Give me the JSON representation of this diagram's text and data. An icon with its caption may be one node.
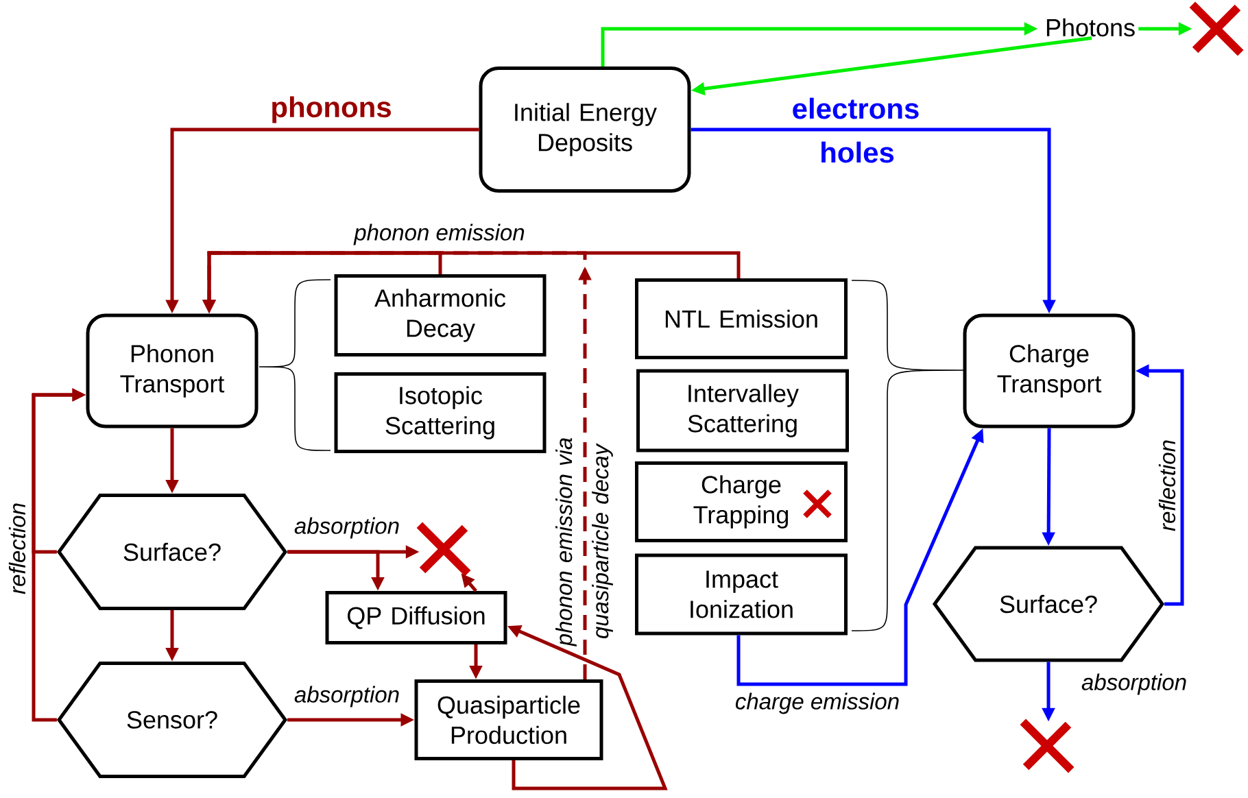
{
  "diagram": {
    "nodes": [
      {
        "text": [
          "Initial Energy Deposits"
        ]
      },
      {
        "text": [
          "Photons"
        ]
      },
      {
        "text": [],
        "shape": "cross"
      },
      {
        "text": [
          "Phonon Transport"
        ]
      },
      {
        "text": [
          "Anharmonic Decay"
        ]
      },
      {
        "text": [
          "Isotopic Scattering"
        ]
      },
      {
        "text": [
          "NTL Emission"
        ]
      },
      {
        "text": [
          "Intervalley Scattering"
        ]
      },
      {
        "text": [
          "Charge Trapping"
        ]
      },
      {
        "text": [
          "Impact Ionization"
        ]
      },
      {
        "text": [
          "Charge Transport"
        ]
      },
      {
        "text": [
          "Surface?"
        ]
      },
      {
        "text": [],
        "shape": "cross"
      },
      {
        "text": [
          "QP Diffusion"
        ]
      },
      {
        "text": [
          "Sensor?"
        ]
      },
      {
        "text": [
          "Quasiparticle Production"
        ]
      },
      {
        "text": [
          "Surface?"
        ]
      },
      {
        "text": [],
        "shape": "cross"
      }
    ],
    "edges": [
      {
        "from": 0,
        "to": 1,
        "arrow": "to",
        "color": "#00ee00"
      },
      {
        "from": 1,
        "to": 2,
        "arrow": "to",
        "color": "#00ee00"
      },
      {
        "from": 1,
        "to": 0,
        "arrow": "to",
        "color": "#00ee00"
      },
      {
        "from": 0,
        "to": 3,
        "arrow": "to",
        "label": "phonons"
      },
      {
        "from": 0,
        "to": 10,
        "arrow": "to",
        "label": "electrons",
        "color": "#0000ff"
      },
      {
        "from": 4,
        "to": 3,
        "arrow": "to"
      },
      {
        "from": 6,
        "to": 3,
        "arrow": "to",
        "label": "phonon emission"
      },
      {
        "from": 15,
        "to": 3,
        "arrow": "to",
        "style": "dashed",
        "label": "phonon emission via quasiparticle decay"
      },
      {
        "from": 3,
        "to": 11,
        "arrow": "to"
      },
      {
        "from": 11,
        "to": 3,
        "arrow": "to",
        "label": "reflection"
      },
      {
        "from": 14,
        "to": 3,
        "arrow": "to"
      },
      {
        "from": 11,
        "to": 14,
        "arrow": "to"
      },
      {
        "from": 11,
        "to": 12,
        "arrow": "to",
        "label": "absorption"
      },
      {
        "from": 11,
        "to": 13,
        "arrow": "to"
      },
      {
        "from": 13,
        "to": 12,
        "arrow": "to"
      },
      {
        "from": 13,
        "to": 15,
        "arrow": "to"
      },
      {
        "from": 14,
        "to": 15,
        "arrow": "to",
        "label": "absorption"
      },
      {
        "from": 15,
        "to": 13,
        "arrow": "to"
      },
      {
        "from": 9,
        "to": 10,
        "arrow": "to",
        "label": "charge emission",
        "color": "#0000ff"
      },
      {
        "from": 10,
        "to": 16,
        "arrow": "to",
        "color": "#0000ff"
      },
      {
        "from": 16,
        "to": 10,
        "arrow": "to",
        "label": "reflection",
        "color": "#0000ff"
      },
      {
        "from": 16,
        "to": 17,
        "arrow": "to",
        "label": "absorption",
        "color": "#0000ff"
      }
    ],
    "labels": [
      "holes"
    ]
  }
}
